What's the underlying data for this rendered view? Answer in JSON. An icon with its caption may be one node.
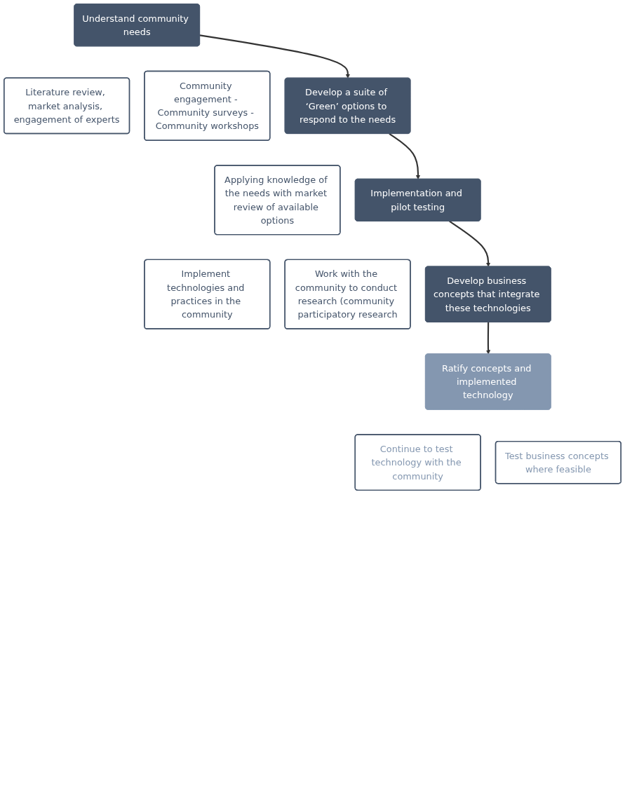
{
  "diagram": {
    "nodes": [
      {
        "text": [
          "Understand community needs"
        ]
      },
      {
        "text": [
          "Literature review, market analysis, engagement of experts"
        ]
      },
      {
        "text": [
          "Community engagement - Community surveys - Community workshops"
        ]
      },
      {
        "text": [
          "Develop a suite of ‘Green’ options to respond to the needs"
        ]
      },
      {
        "text": [
          "Applying knowledge of the needs with market review of available options"
        ]
      },
      {
        "text": [
          "Implementation and pilot testing"
        ]
      },
      {
        "text": [
          "Implement technologies and practices in the community"
        ]
      },
      {
        "text": [
          "Work with the community to conduct research (community participatory research"
        ]
      },
      {
        "text": [
          "Develop business concepts that integrate these technologies"
        ]
      },
      {
        "text": [
          "Ratify concepts and implemented technology"
        ]
      },
      {
        "text": [
          "Continue to test technology with the community"
        ]
      },
      {
        "text": [
          "Test business concepts where feasible"
        ]
      }
    ],
    "edges": [
      {
        "from": 0,
        "to": 3,
        "arrow": "to"
      },
      {
        "from": 3,
        "to": 5,
        "arrow": "to"
      },
      {
        "from": 5,
        "to": 8,
        "arrow": "to"
      },
      {
        "from": 8,
        "to": 9,
        "arrow": "to"
      }
    ]
  }
}
